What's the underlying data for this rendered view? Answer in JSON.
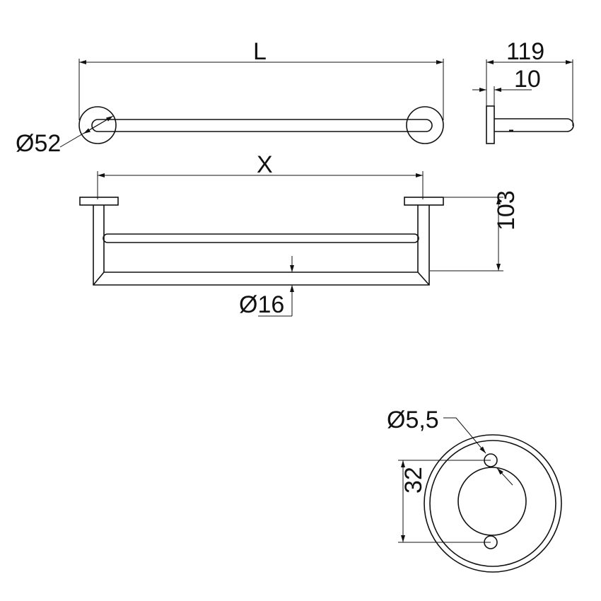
{
  "dimensions": {
    "length": "L",
    "distance_between_posts": "X",
    "rosette_diameter": "Ø52",
    "bar_diameter": "Ø16",
    "height": "103",
    "projection": "119",
    "plate_thickness": "10",
    "hole_diameter": "Ø5,5",
    "hole_spacing": "32"
  },
  "colors": {
    "line": "#111111",
    "background": "#ffffff"
  }
}
